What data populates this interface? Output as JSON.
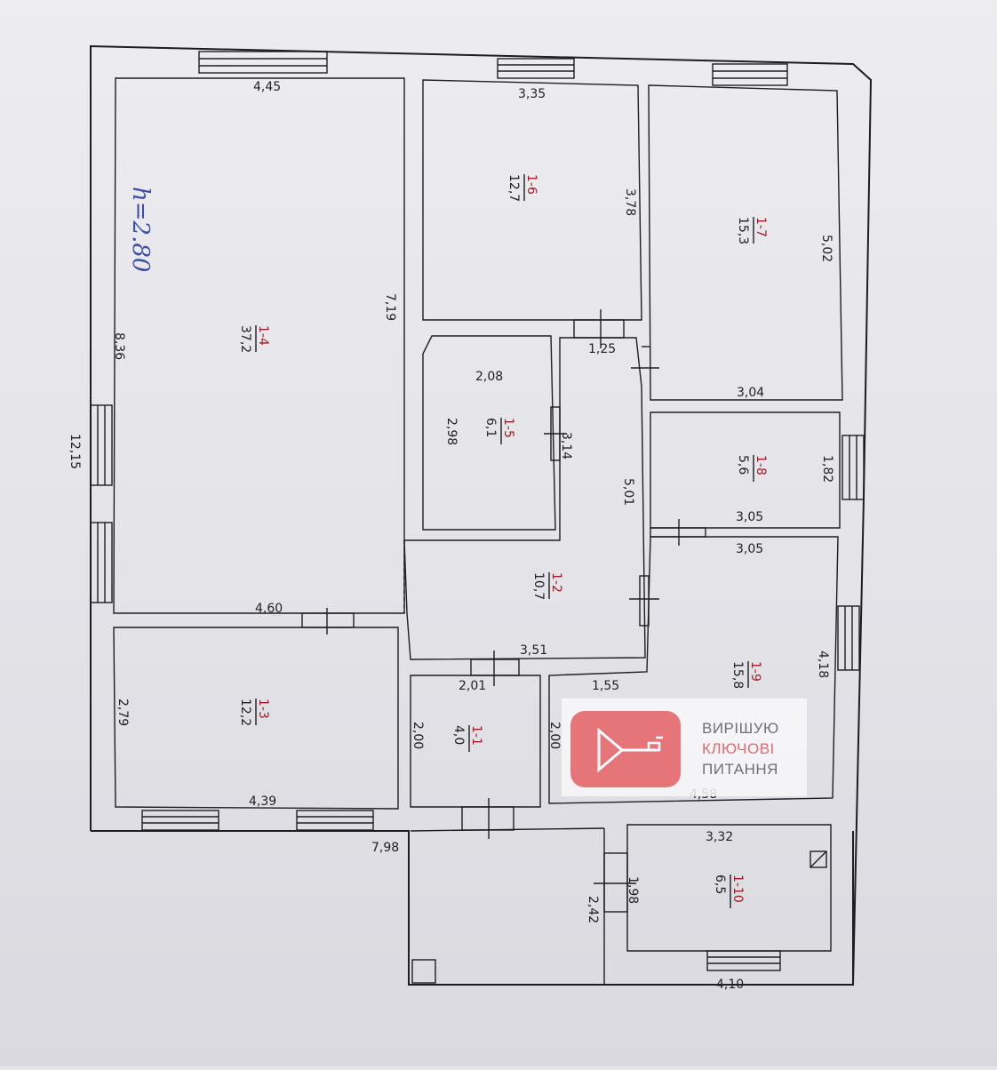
{
  "plan": {
    "height_note": "h=2.80",
    "rooms": [
      {
        "id": "1-1",
        "area": "4,0"
      },
      {
        "id": "1-2",
        "area": "10,7"
      },
      {
        "id": "1-3",
        "area": "12,2"
      },
      {
        "id": "1-4",
        "area": "37,2"
      },
      {
        "id": "1-5",
        "area": "6,1"
      },
      {
        "id": "1-6",
        "area": "12,7"
      },
      {
        "id": "1-7",
        "area": "15,3"
      },
      {
        "id": "1-8",
        "area": "5,6"
      },
      {
        "id": "1-9",
        "area": "15,8"
      },
      {
        "id": "1-10",
        "area": "6,5"
      }
    ],
    "dimensions": {
      "d445": "4,45",
      "d335": "3,35",
      "d378": "3,78",
      "d502": "5,02",
      "d719": "7,19",
      "d836": "8,36",
      "d1215": "12,15",
      "d125": "1,25",
      "d208": "2,08",
      "d298": "2,98",
      "d314": "3,14",
      "d304": "3,04",
      "d501": "5,01",
      "d182": "1,82",
      "d305a": "3,05",
      "d305b": "3,05",
      "d460": "4,60",
      "d351": "3,51",
      "d201": "2,01",
      "d155": "1,55",
      "d418": "4,18",
      "d279": "2,79",
      "d200a": "2,00",
      "d200b": "2,00",
      "d458": "4,58",
      "d439": "4,39",
      "d798": "7,98",
      "d332": "3,32",
      "d242": "2,42",
      "d198": "1,98",
      "d410": "4,10"
    }
  },
  "watermark": {
    "line1": "ВИРІШУЮ",
    "line2": "КЛЮЧОВІ",
    "line3": "ПИТАННЯ",
    "logo_color": "#e6757a",
    "logo_icon": "key-icon"
  }
}
